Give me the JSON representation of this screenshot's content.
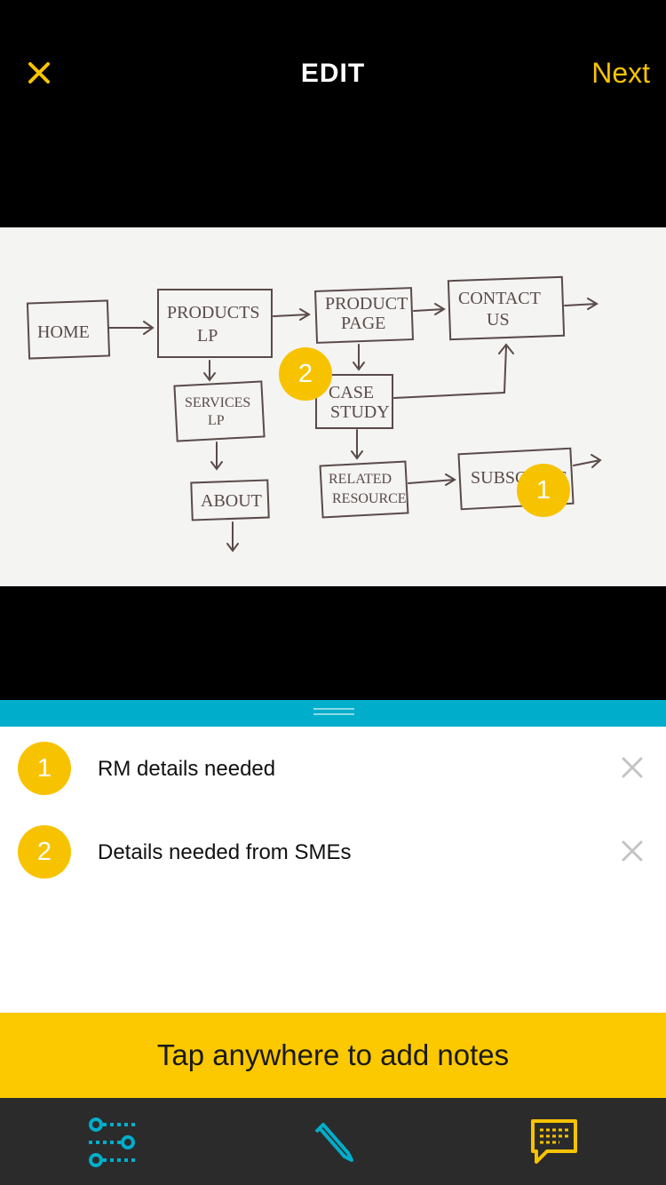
{
  "header": {
    "title": "EDIT",
    "next_label": "Next",
    "close_icon": "close-icon"
  },
  "photo": {
    "pins": [
      "1",
      "2"
    ]
  },
  "notes": [
    {
      "number": "1",
      "text": "RM details needed"
    },
    {
      "number": "2",
      "text": "Details needed from SMEs"
    }
  ],
  "cta": {
    "label": "Tap anywhere to add notes"
  },
  "toolbar": {
    "icons": [
      "connector-tool-icon",
      "pencil-icon",
      "comment-icon"
    ]
  },
  "colors": {
    "accent_yellow": "#f7c300",
    "teal": "#00aecb",
    "dark": "#2b2b2b"
  }
}
